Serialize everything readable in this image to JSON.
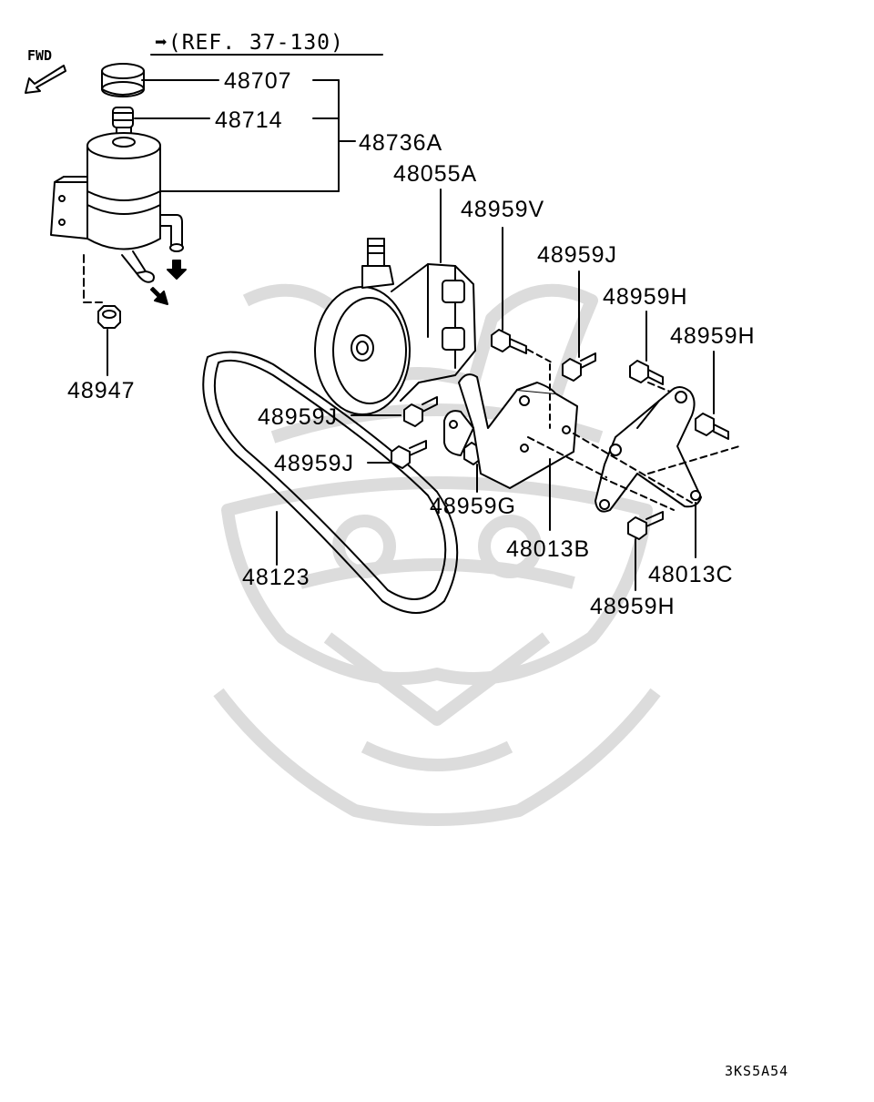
{
  "header": {
    "ref_text": "➡(REF. 37-130)",
    "fwd_label": "FWD"
  },
  "parts": {
    "p48707": "48707",
    "p48714": "48714",
    "p48736A": "48736A",
    "p48055A": "48055A",
    "p48959V": "48959V",
    "p48959J_top": "48959J",
    "p48959H_1": "48959H",
    "p48959H_2": "48959H",
    "p48947": "48947",
    "p48959J_mid": "48959J",
    "p48959J_low": "48959J",
    "p48959G": "48959G",
    "p48013B": "48013B",
    "p48013C": "48013C",
    "p48959H_3": "48959H",
    "p48123": "48123"
  },
  "footer": {
    "diagram_code": "3KS5A54"
  },
  "colors": {
    "line": "#000000",
    "watermark": "#d8d8d8",
    "background": "#ffffff"
  }
}
